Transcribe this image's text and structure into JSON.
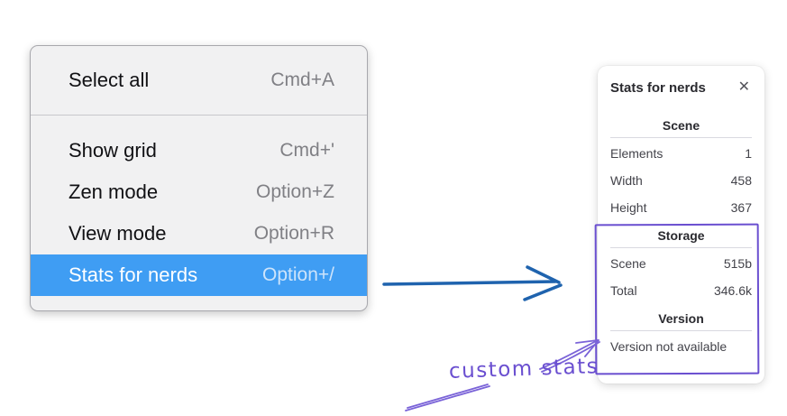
{
  "menu": {
    "items": [
      {
        "label": "Select all",
        "shortcut": "Cmd+A"
      },
      {
        "label": "Show grid",
        "shortcut": "Cmd+'"
      },
      {
        "label": "Zen mode",
        "shortcut": "Option+Z"
      },
      {
        "label": "View mode",
        "shortcut": "Option+R"
      },
      {
        "label": "Stats for nerds",
        "shortcut": "Option+/",
        "selected": true
      }
    ]
  },
  "stats_panel": {
    "title": "Stats for nerds",
    "close_icon": "✕",
    "scene": {
      "heading": "Scene",
      "rows": [
        {
          "label": "Elements",
          "value": "1"
        },
        {
          "label": "Width",
          "value": "458"
        },
        {
          "label": "Height",
          "value": "367"
        }
      ]
    },
    "storage": {
      "heading": "Storage",
      "rows": [
        {
          "label": "Scene",
          "value": "515b"
        },
        {
          "label": "Total",
          "value": "346.6k"
        }
      ]
    },
    "version": {
      "heading": "Version",
      "note": "Version not available"
    }
  },
  "annotation": {
    "text": "custom stats"
  },
  "colors": {
    "menu_highlight": "#3f9df3",
    "menu_highlight_shortcut": "#cde4fb",
    "arrow_blue": "#1f63ae",
    "annotation_purple": "#6a4fd0"
  }
}
